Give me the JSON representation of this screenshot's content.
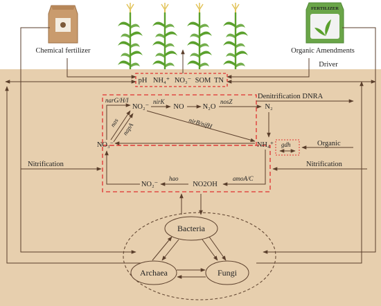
{
  "colors": {
    "soil": "#e7cfae",
    "arrow": "#5a3e2b",
    "dashed_box": "#e03030",
    "plant_green": "#5aa02c",
    "tassel": "#e2c45a"
  },
  "icons": {
    "chemical_fertilizer": "fertilizer-bag-icon",
    "organic_amendments": "organic-fertilizer-bag-icon",
    "crop": "maize-plant-icon"
  },
  "labels": {
    "chemical_fertilizer": "Chemical fertilizer",
    "organic_amendments": "Organic Amendments",
    "driver": "Driver",
    "fertilizer_bag_text": "FERTILIZER",
    "drivers": [
      "pH",
      "NH₄⁺",
      "NO₃⁻",
      "SOM",
      "TN"
    ],
    "denitrification_dnra": "Denitrification DNRA",
    "organic": "Organic",
    "nitrification_left": "Nitrification",
    "nitrification_right": "Nitrification"
  },
  "species": {
    "no3_left": "NO₃⁻",
    "no2_top": "NO₂⁻",
    "no": "NO",
    "n2o": "N₂O",
    "n2": "N₂",
    "nh4": "NH₄⁺",
    "no2_bottom": "NO₂⁻",
    "nh2oh": "NO2OH"
  },
  "genes": {
    "narGHI": "narG/H/I",
    "nirK": "nirK",
    "nosZ": "nosZ",
    "nas": "nas",
    "napA": "napA",
    "nirB_nifH": "nirB/nifH",
    "gdh": "gdh",
    "amoAC": "amoA/C",
    "hao": "hao"
  },
  "microbes": {
    "bacteria": "Bacteria",
    "archaea": "Archaea",
    "fungi": "Fungi"
  }
}
